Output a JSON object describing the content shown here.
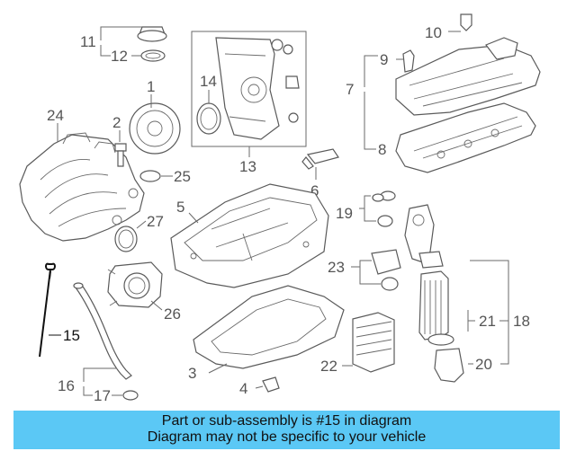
{
  "diagram": {
    "highlighted_part": "15",
    "callouts": {
      "c1": "1",
      "c2": "2",
      "c3": "3",
      "c4": "4",
      "c5": "5",
      "c6": "6",
      "c7": "7",
      "c8": "8",
      "c9": "9",
      "c10": "10",
      "c11": "11",
      "c12": "12",
      "c13": "13",
      "c14": "14",
      "c15": "15",
      "c16": "16",
      "c17": "17",
      "c18": "18",
      "c19": "19",
      "c20": "20",
      "c21": "21",
      "c22": "22",
      "c23": "23",
      "c24": "24",
      "c25": "25",
      "c26": "26",
      "c27": "27"
    }
  },
  "banner": {
    "line1": "Part or sub-assembly is #15 in diagram",
    "line2": "Diagram may not be specific to your vehicle",
    "color": "#5bc8f5"
  }
}
